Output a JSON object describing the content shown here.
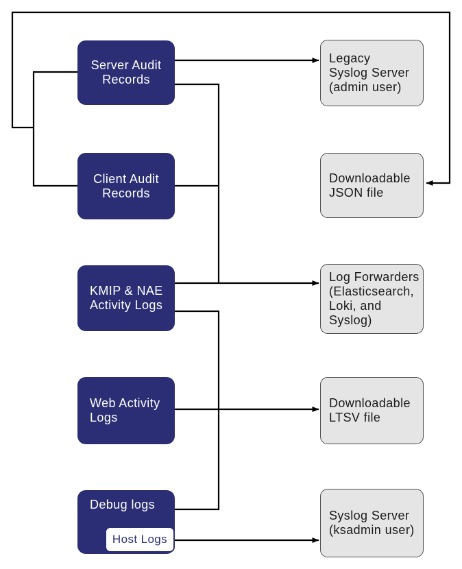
{
  "diagram": {
    "background_color": "#ffffff",
    "connector_color": "#000000",
    "source_node_fill": "#2b2e74",
    "source_node_text_color": "#ffffff",
    "destination_node_fill": "#e5e5e5",
    "destination_node_border": "#4d4d4d",
    "destination_node_text_color": "#1a1a1a",
    "nodes": {
      "server_audit_records": {
        "lines": [
          "Server Audit",
          "Records"
        ]
      },
      "client_audit_records": {
        "lines": [
          "Client Audit",
          "Records"
        ]
      },
      "kmip_nae_activity_logs": {
        "lines": [
          "KMIP & NAE",
          "Activity Logs"
        ]
      },
      "web_activity_logs": {
        "lines": [
          "Web Activity",
          "Logs"
        ]
      },
      "debug_logs": {
        "lines": [
          "Debug logs"
        ]
      },
      "host_logs": {
        "lines": [
          "Host Logs"
        ]
      },
      "legacy_syslog_server": {
        "lines": [
          "Legacy",
          "Syslog Server",
          "(admin user)"
        ]
      },
      "downloadable_json_file": {
        "lines": [
          "Downloadable",
          "JSON file"
        ]
      },
      "log_forwarders": {
        "lines": [
          "Log Forwarders",
          "(Elasticsearch,",
          "Loki, and Syslog)"
        ]
      },
      "downloadable_ltsv_file": {
        "lines": [
          "Downloadable",
          "LTSV file"
        ]
      },
      "syslog_server_ksadmin": {
        "lines": [
          "Syslog Server",
          "(ksadmin user)"
        ]
      }
    },
    "edges": [
      {
        "from": [
          "server-audit-records",
          "client-audit-records"
        ],
        "to": "downloadable-json-file",
        "arrowhead": true,
        "route": "left trunk up and around the top to the right side"
      },
      {
        "from": [
          "server-audit-records"
        ],
        "to": "legacy-syslog-server",
        "arrowhead": true
      },
      {
        "from": [
          "server-audit-records",
          "client-audit-records",
          "kmip-nae-activity-logs"
        ],
        "to": "log-forwarders",
        "arrowhead": true
      },
      {
        "from": [
          "debug-logs"
        ],
        "to": "kmip-nae-activity-logs",
        "arrowhead": false,
        "route": "vertical trunk between lower KMIP edge and debug logs edge"
      },
      {
        "from": [
          "web-activity-logs"
        ],
        "to": "downloadable-ltsv-file",
        "arrowhead": true
      },
      {
        "from": [
          "host-logs"
        ],
        "to": "syslog-server-ksadmin",
        "arrowhead": true
      }
    ]
  }
}
